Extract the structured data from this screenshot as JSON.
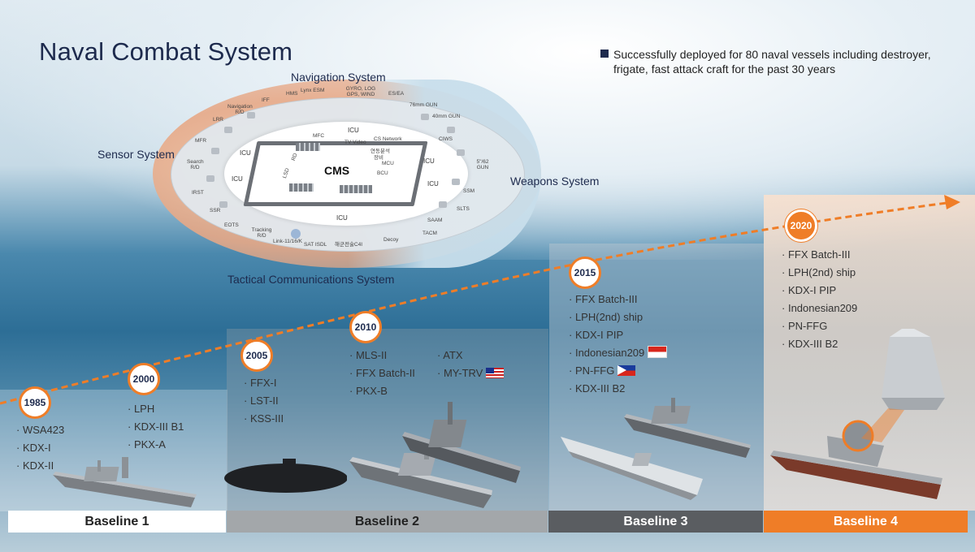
{
  "title": "Naval Combat System",
  "note": {
    "line1": "Successfully deployed for 80 naval vessels including destroyer,",
    "line2": "frigate, fast attack craft for the past 30 years"
  },
  "systems": {
    "navigation": "Navigation System",
    "sensor": "Sensor System",
    "weapons": "Weapons System",
    "tactical": "Tactical Communications System"
  },
  "diagram": {
    "cms": "CMS",
    "icu": "ICU",
    "inner_items": {
      "mfc": "MFC",
      "tv_video": "TV Video",
      "cs_network": "CS Network",
      "korean1": "연동분석",
      "korean2": "장비",
      "mcu": "MCU",
      "bcu": "BCU",
      "lsd": "LSD",
      "rd": "RD"
    },
    "sensor_items": [
      "Navigation R/D",
      "LRR",
      "MFR",
      "Search R/D",
      "IRST",
      "SSR",
      "EOTS",
      "Tracking R/D"
    ],
    "top_items": [
      "IFF",
      "HMS",
      "Lynx ESM",
      "GYRO, LOG GPS, WIND",
      "ES/EA"
    ],
    "weapon_items": [
      "76mm GUN",
      "40mm GUN",
      "CIWS",
      "5\"/62 GUN",
      "SSM",
      "SLTS",
      "SAAM",
      "TACM",
      "Decoy"
    ],
    "comm_items": [
      "Link-11/16/K",
      "SAT ISDL",
      "해군전술C4I"
    ]
  },
  "timeline": [
    {
      "year": "1985",
      "items": [
        "WSA423",
        "KDX-I",
        "KDX-II"
      ]
    },
    {
      "year": "2000",
      "items": [
        "LPH",
        "KDX-III B1",
        "PKX-A"
      ]
    },
    {
      "year": "2005",
      "items": [
        "FFX-I",
        "LST-II",
        "KSS-III"
      ]
    },
    {
      "year": "2010",
      "items": [
        "MLS-II",
        "FFX Batch-II",
        "PKX-B"
      ],
      "items2": [
        "ATX",
        "MY-TRV"
      ]
    },
    {
      "year": "2015",
      "items": [
        "FFX Batch-III",
        "LPH(2nd) ship",
        "KDX-I PIP",
        "Indonesian209",
        "PN-FFG",
        "KDX-III B2"
      ]
    },
    {
      "year": "2020",
      "items": [
        "FFX Batch-III",
        "LPH(2nd) ship",
        "KDX-I PIP",
        "Indonesian209",
        "PN-FFG",
        "KDX-III B2"
      ]
    }
  ],
  "baselines": [
    "Baseline 1",
    "Baseline 2",
    "Baseline 3",
    "Baseline 4"
  ],
  "colors": {
    "accent": "#ef7d27",
    "navy": "#1d2a4d",
    "b2": "#a3a7aa",
    "b3": "#5a5d61"
  }
}
